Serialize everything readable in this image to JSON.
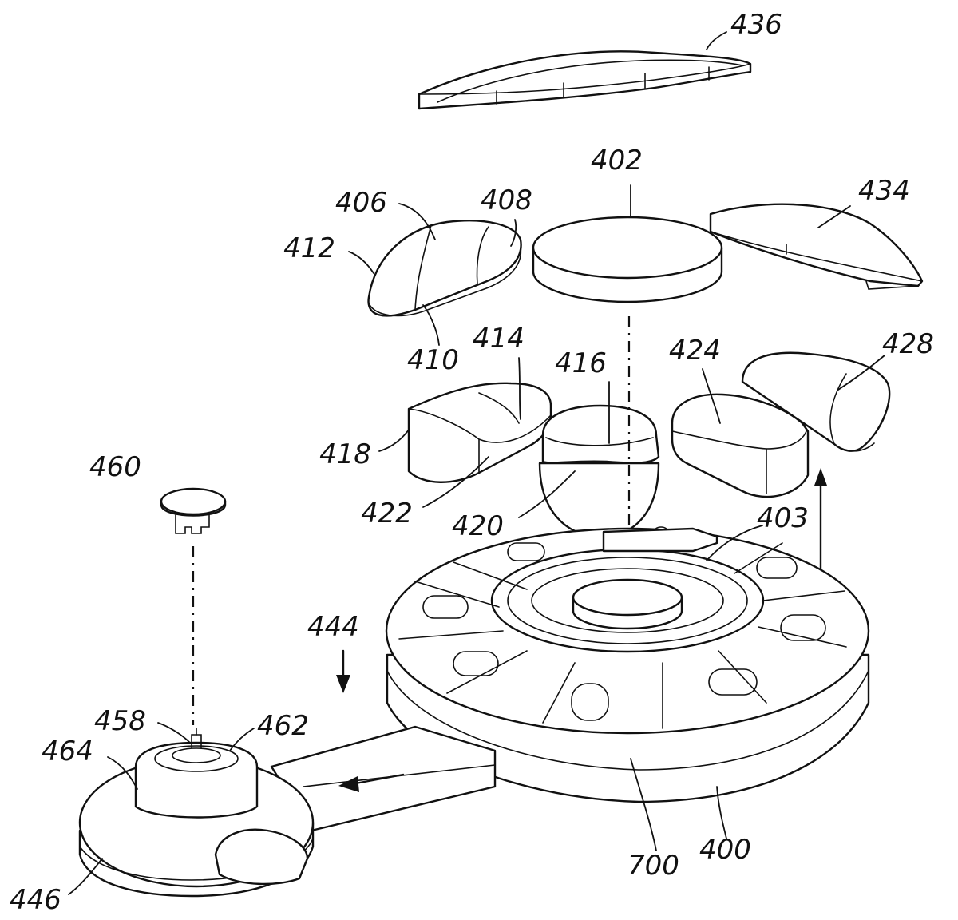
{
  "figure": {
    "labels": {
      "l436": "436",
      "l402": "402",
      "l434": "434",
      "l406": "406",
      "l408": "408",
      "l412": "412",
      "l410": "410",
      "l414": "414",
      "l416": "416",
      "l424": "424",
      "l428": "428",
      "l418": "418",
      "l460": "460",
      "l422": "422",
      "l420": "420",
      "l403": "403",
      "l444": "444",
      "l458": "458",
      "l462": "462",
      "l464": "464",
      "l700": "700",
      "l400": "400",
      "l446": "446"
    }
  }
}
